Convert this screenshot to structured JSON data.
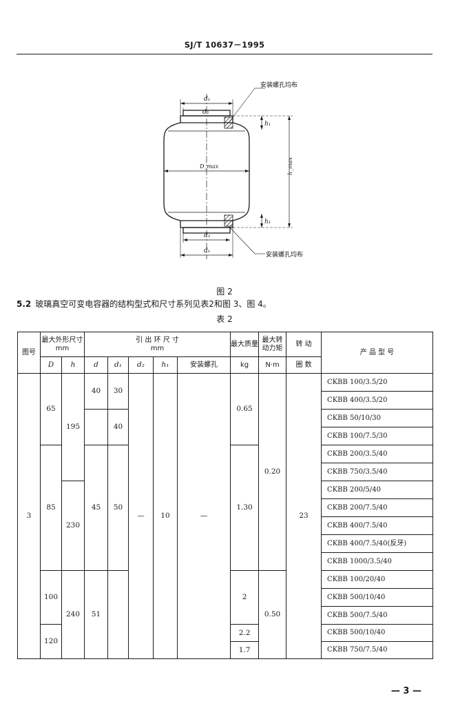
{
  "header": {
    "standard_code": "SJ/T 10637－1995"
  },
  "figure": {
    "caption": "图 2",
    "labels": {
      "d1_top": "d₁",
      "d2_top": "d₂",
      "h1_top": "h₁",
      "dmax": "D_max",
      "hmax": "h_max",
      "h1_bottom": "h₁",
      "d2_bottom": "d₂",
      "d1_bottom": "d₁",
      "callout_top": "安装螺孔均布",
      "callout_bottom": "安装螺孔均布"
    }
  },
  "section": {
    "number": "5.2",
    "text": "玻璃真空可变电容器的结构型式和尺寸系列见表2和图 3、图 4。"
  },
  "table": {
    "caption": "表 2",
    "headers": {
      "fig_no": "图号",
      "outer_size": "最大外形尺寸",
      "outer_unit": "mm",
      "ring_size": "引 出 环 尺 寸",
      "ring_unit": "mm",
      "mass": "最大质量",
      "mass_unit": "kg",
      "torque": "最大转动力矩",
      "torque_unit": "N·m",
      "turns": "转 动",
      "turns_unit": "圈 数",
      "model": "产 品 型 号",
      "D": "D",
      "h": "h",
      "d": "d",
      "d1": "d₁",
      "d2": "d₂",
      "h1": "h₁",
      "screw": "安装螺孔"
    },
    "merged_values": {
      "fig_no": "3",
      "D_65": "65",
      "D_85": "85",
      "D_100": "100",
      "D_120": "120",
      "h_195": "195",
      "h_230": "230",
      "h_240": "240",
      "d_40": "40",
      "d_45": "45",
      "d_51": "51",
      "d1_30": "30",
      "d1_40": "40",
      "d1_50": "50",
      "d2_dash": "—",
      "h1_10": "10",
      "screw_dash": "—",
      "mass_065": "0.65",
      "mass_130": "1.30",
      "mass_2": "2",
      "mass_22": "2.2",
      "mass_17": "1.7",
      "torque_020": "0.20",
      "torque_050": "0.50",
      "turns_23": "23"
    },
    "models": [
      "CKBB 100/3.5/20",
      "CKBB 400/3.5/20",
      "CKBB 50/10/30",
      "CKBB 100/7.5/30",
      "CKBB 200/3.5/40",
      "CKBB 750/3.5/40",
      "CKBB 200/5/40",
      "CKBB 200/7.5/40",
      "CKBB 400/7.5/40",
      "CKBB 400/7.5/40(反牙)",
      "CKBB 1000/3.5/40",
      "CKBB 100/20/40",
      "CKBB 500/10/40",
      "CKBB 500/7.5/40",
      "CKBB 500/10/40",
      "CKBB 750/7.5/40"
    ]
  },
  "footer": {
    "page_number": "— 3 —"
  }
}
